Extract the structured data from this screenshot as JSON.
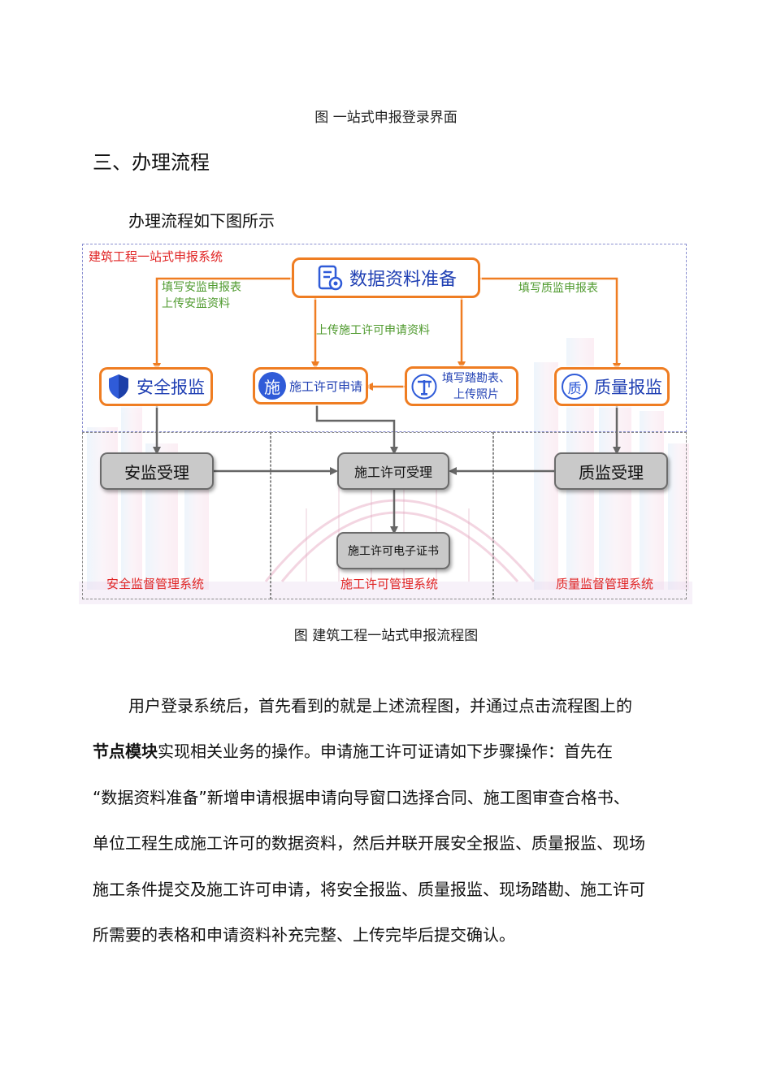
{
  "top_caption": "图 一站式申报登录界面",
  "section_heading": "三、办理流程",
  "intro_text": "办理流程如下图所示",
  "diagram": {
    "frame_label": "建筑工程一站式申报系统",
    "nodes": {
      "data_prep": "数据资料准备",
      "safety_report": "安全报监",
      "permit_apply": "施工许可申请",
      "survey": [
        "填写踏勘表、",
        "上传照片"
      ],
      "quality_report": "质量报监",
      "safety_accept": "安监受理",
      "permit_accept": "施工许可受理",
      "quality_accept": "质监受理",
      "e_certificate": "施工许可电子证书"
    },
    "icons": {
      "permit_badge_char": "施",
      "quality_badge_char": "质",
      "data_prep_icon": "document-gear-icon",
      "safety_icon": "shield-icon",
      "survey_icon": "crane-icon"
    },
    "edge_labels": {
      "to_safety": [
        "填写安监申报表",
        "上传安监资料"
      ],
      "to_permit": "上传施工许可申请资料",
      "to_quality": "填写质监申报表"
    },
    "zone_labels": {
      "safety": "安全监督管理系统",
      "permit": "施工许可管理系统",
      "quality": "质量监督管理系统"
    },
    "colors": {
      "orange": "#ef7d22",
      "blue_text": "#1f3fb3",
      "green_label": "#4f9a2e",
      "red_label": "#e02424",
      "gray_node": "#c9c9c9"
    }
  },
  "diagram_caption": "图 建筑工程一站式申报流程图",
  "body": {
    "line1": "用户登录系统后，首先看到的就是上述流程图，并通过点击流程图上的",
    "line2_bold": "节点模块",
    "line2_rest": "实现相关业务的操作。申请施工许可证请如下步骤操作：首先在",
    "line3": "“数据资料准备”新增申请根据申请向导窗口选择合同、施工图审查合格书、",
    "line4": "单位工程生成施工许可的数据资料，然后并联开展安全报监、质量报监、现场",
    "line5": "施工条件提交及施工许可申请，将安全报监、质量报监、现场踏勘、施工许可",
    "line6": "所需要的表格和申请资料补充完整、上传完毕后提交确认。"
  }
}
